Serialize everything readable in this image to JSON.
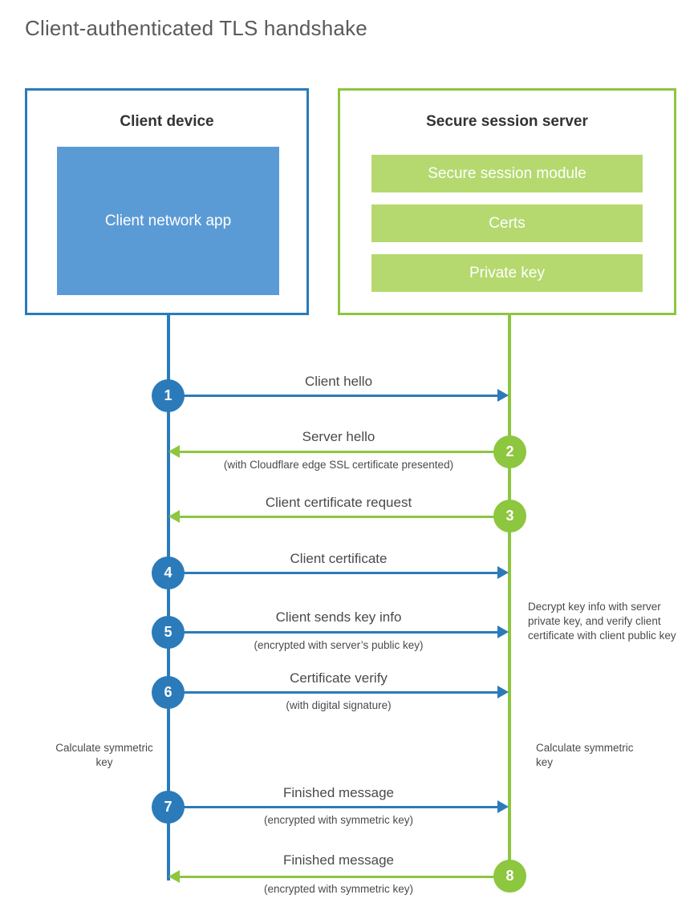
{
  "title": "Client-authenticated TLS handshake",
  "colors": {
    "blue_border": "#2b7bba",
    "blue_fill": "#5b9bd5",
    "green_border": "#8dc63f",
    "green_fill": "#b5d96f",
    "text": "#4a4a4a",
    "heading": "#333333",
    "background": "#ffffff"
  },
  "actors": {
    "client": {
      "title": "Client device",
      "component": "Client network app"
    },
    "server": {
      "title": "Secure session server",
      "components": [
        "Secure session module",
        "Certs",
        "Private key"
      ]
    }
  },
  "messages": [
    {
      "number": "1",
      "label": "Client hello",
      "sub": "",
      "direction": "right",
      "color": "blue"
    },
    {
      "number": "2",
      "label": "Server hello",
      "sub": "(with Cloudflare edge SSL certificate presented)",
      "direction": "left",
      "color": "green"
    },
    {
      "number": "3",
      "label": "Client certificate request",
      "sub": "",
      "direction": "left",
      "color": "green"
    },
    {
      "number": "4",
      "label": "Client certificate",
      "sub": "",
      "direction": "right",
      "color": "blue"
    },
    {
      "number": "5",
      "label": "Client sends key info",
      "sub": "(encrypted with server’s public key)",
      "direction": "right",
      "color": "blue"
    },
    {
      "number": "6",
      "label": "Certificate verify",
      "sub": "(with digital signature)",
      "direction": "right",
      "color": "blue"
    },
    {
      "number": "7",
      "label": "Finished message",
      "sub": "(encrypted with symmetric key)",
      "direction": "right",
      "color": "blue"
    },
    {
      "number": "8",
      "label": "Finished message",
      "sub": "(encrypted with symmetric key)",
      "direction": "left",
      "color": "green"
    }
  ],
  "notes": {
    "server_decrypt": "Decrypt key info with server private key, and verify client certificate with client public key",
    "client_calculate": "Calculate symmetric key",
    "server_calculate": "Calculate symmetric key"
  }
}
